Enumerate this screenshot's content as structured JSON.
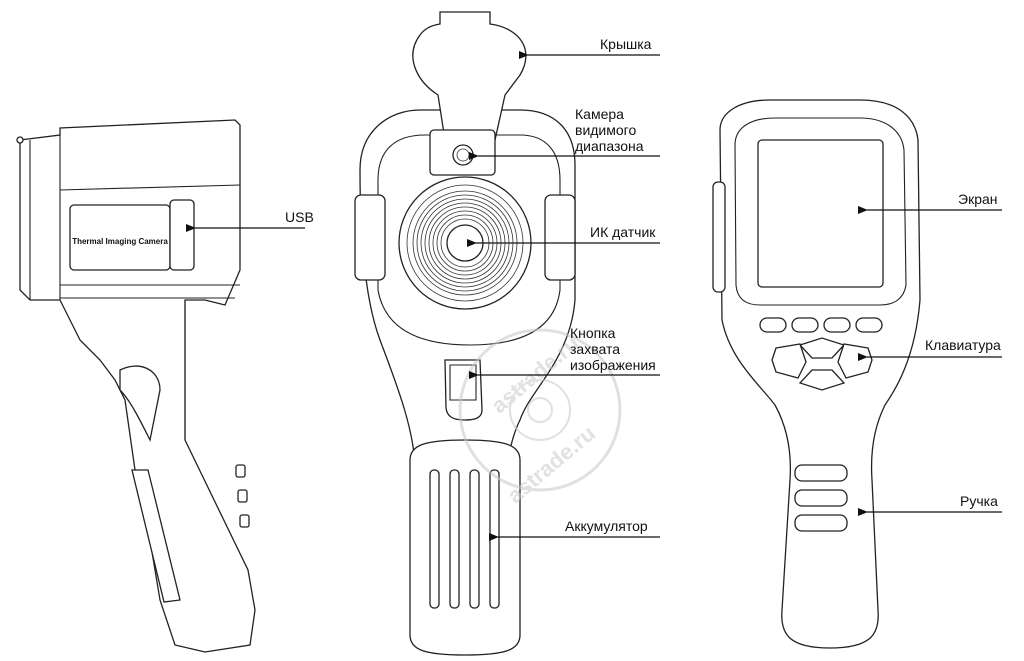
{
  "labels": {
    "usb": "USB",
    "cover": "Крышка",
    "visible_camera": [
      "Камера",
      "видимого",
      "диапазона"
    ],
    "ir_sensor": "ИК датчик",
    "capture_button": [
      "Кнопка",
      "захвата",
      "изображения"
    ],
    "battery": "Аккумулятор",
    "screen": "Экран",
    "keypad": "Клавиатура",
    "handle": "Ручка"
  },
  "device_side_text": "Thermal Imaging Camera",
  "watermark": {
    "top": "astrade.ru",
    "bottom": "astrade.ru"
  }
}
